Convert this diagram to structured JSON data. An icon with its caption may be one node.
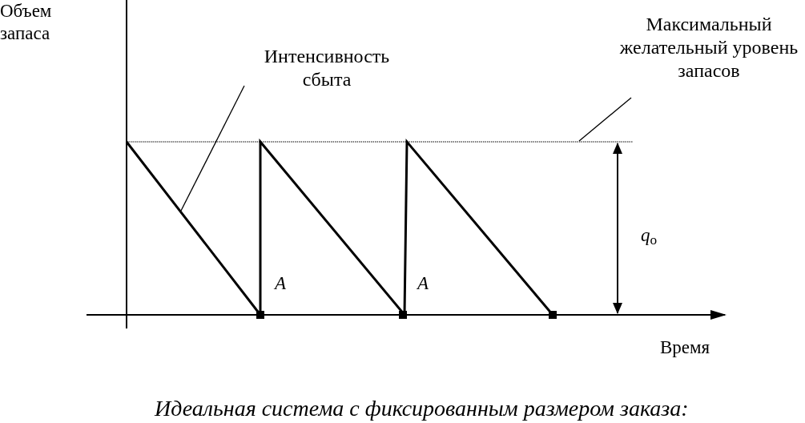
{
  "diagram": {
    "caption": "Идеальная система с фиксированным размером заказа:",
    "nodes": [
      {
        "text": [
          "Интенсивность сбыта"
        ]
      },
      {
        "text": [
          "Максимальный желательный уровень запасов"
        ]
      }
    ],
    "edges": [
      {
        "from": 0,
        "to": null,
        "arrow": "none"
      },
      {
        "from": 1,
        "to": null,
        "arrow": "none"
      }
    ],
    "labels": [
      "Объем запаса",
      "A",
      "A",
      "*q*$_{o}$",
      "Время"
    ]
  }
}
